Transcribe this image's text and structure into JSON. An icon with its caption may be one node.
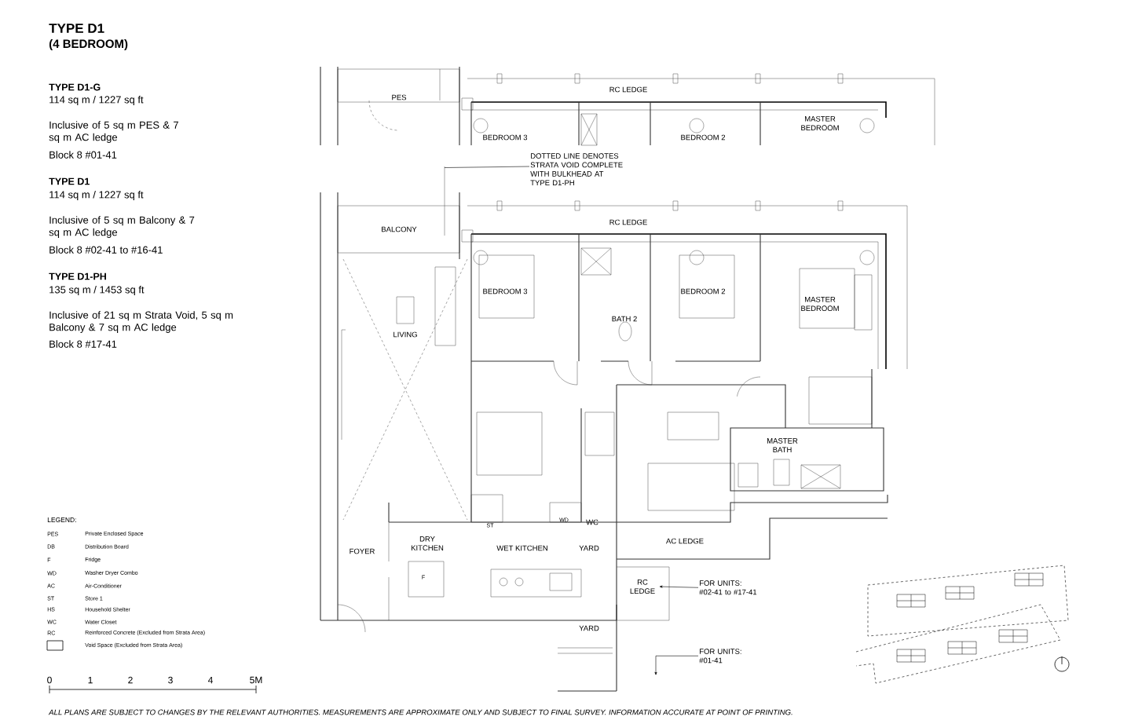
{
  "diagram": {
    "title": "TYPE D1",
    "nodes": [
      {
        "text": [
          "DOTTED LINE DENOTES STRATA VOID COMPLETE WITH BULKHEAD AT TYPE D1-PH"
        ]
      },
      {
        "text": [
          "RC LEDGE"
        ]
      },
      {
        "text": [
          "FOR UNITS: #02-41 to #17-41"
        ]
      },
      {
        "text": [
          "FOR UNITS: #01-41"
        ]
      }
    ],
    "edges": [
      {
        "from": 0,
        "to": null,
        "arrow": "none"
      },
      {
        "from": 2,
        "to": 1,
        "arrow": "to"
      },
      {
        "from": 3,
        "to": null,
        "arrow": "to"
      }
    ],
    "labels": [
      "(4 BEDROOM)",
      "TYPE D1-G",
      "114 sq m / 1227 sq ft",
      "Inclusive of 5 sq m PES & 7 sq m AC ledge",
      "Block 8 #01-41",
      "TYPE D1",
      "114 sq m / 1227 sq ft",
      "Inclusive of 5 sq m Balcony & 7 sq m AC ledge",
      "Block 8 #02-41 to #16-41",
      "TYPE D1-PH",
      "135 sq m / 1453 sq ft",
      "Inclusive of 21 sq m Strata Void, 5 sq m Balcony & 7 sq m AC ledge",
      "Block 8 #17-41",
      "PES",
      "RC LEDGE",
      "BEDROOM 3",
      "BEDROOM 2",
      "MASTER BEDROOM",
      "RC LEDGE",
      "BALCONY",
      "BEDROOM 3",
      "BATH 2",
      "BEDROOM 2",
      "MASTER BEDROOM",
      "LIVING",
      "MASTER BATH",
      "ST",
      "WD",
      "WC",
      "FOYER",
      "DRY KITCHEN",
      "WET KITCHEN",
      "YARD",
      "F",
      "AC LEDGE",
      "YARD",
      "LEGEND:",
      "PES",
      "Private Enclosed Space",
      "DB",
      "Distribution Board",
      "F",
      "Fridge",
      "WD",
      "Washer Dryer Combo",
      "AC",
      "Air-Conditioner",
      "ST",
      "Store 1",
      "HS",
      "Household Shelter",
      "WC",
      "Water Closet",
      "RC",
      "Reinforced Concrete (Excluded from Strata Area)",
      "Void Space (Excluded from Strata Area)",
      "0",
      "1",
      "2",
      "3",
      "4",
      "5M",
      "ALL PLANS ARE SUBJECT TO CHANGES BY THE RELEVANT AUTHORITIES. MEASUREMENTS ARE APPROXIMATE ONLY AND SUBJECT TO FINAL SURVEY. INFORMATION ACCURATE AT POINT OF PRINTING."
    ]
  }
}
